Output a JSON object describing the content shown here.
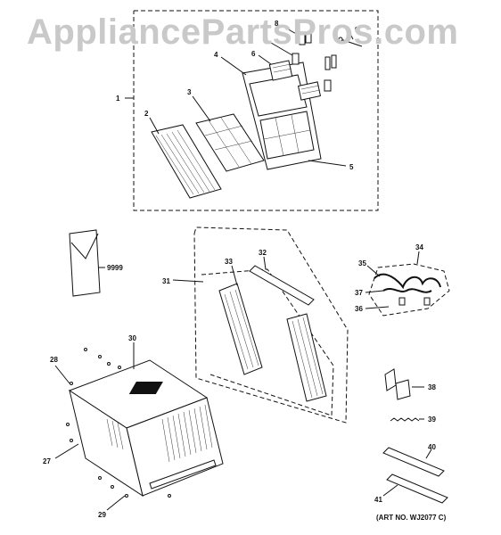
{
  "watermark": "AppliancePartsPros.com",
  "art_number": "(ART NO. WJ2077 C)",
  "callouts": {
    "p1": "1",
    "p2": "2",
    "p3": "3",
    "p4": "4",
    "p5": "5",
    "p6": "6",
    "p7": "7",
    "p8": "8",
    "p9": "9",
    "p9999": "9999",
    "p27": "27",
    "p28": "28",
    "p29": "29",
    "p30": "30",
    "p31": "31",
    "p32": "32",
    "p33": "33",
    "p34": "34",
    "p35": "35",
    "p36": "36",
    "p37": "37",
    "p38": "38",
    "p39": "39",
    "p40": "40",
    "p41": "41"
  }
}
